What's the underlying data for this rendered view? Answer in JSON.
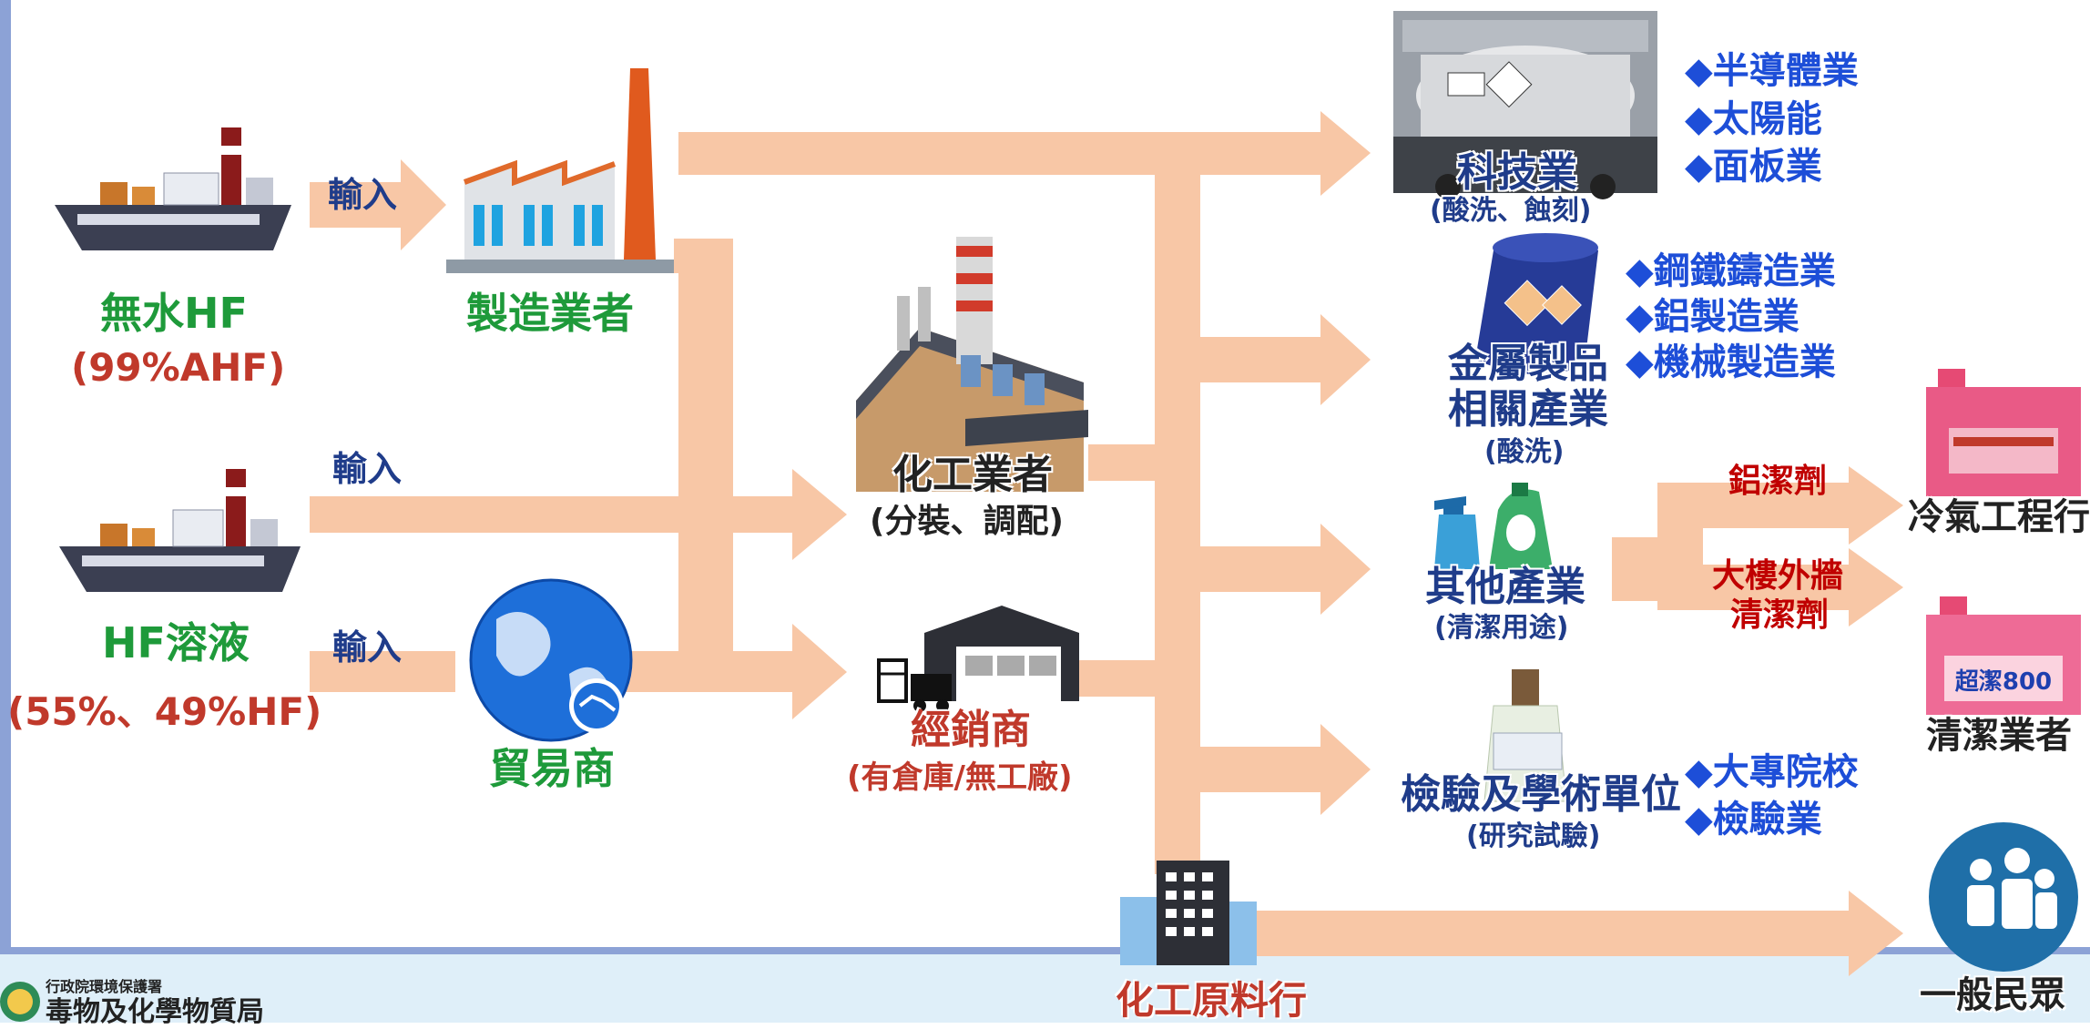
{
  "colors": {
    "arrow": "#f8c7a6",
    "green": "#1e9a3a",
    "red": "#c0392b",
    "navy": "#1f3c8a",
    "blue": "#1d4ed8",
    "border": "#8ca2d6",
    "footer": "#dfeff9"
  },
  "sources": {
    "anhydrous": {
      "name": "無水HF",
      "spec": "(99%AHF)"
    },
    "solution": {
      "name": "HF溶液",
      "spec": "(55%、49%HF)"
    }
  },
  "labels": {
    "import_1": "輸入",
    "import_2": "輸入",
    "import_3": "輸入"
  },
  "nodes": {
    "manufacturer": "製造業者",
    "trader": "貿易商",
    "chemical_industry": {
      "name": "化工業者",
      "note": "(分裝、調配)"
    },
    "distributor": {
      "name": "經銷商",
      "note": "(有倉庫/無工廠)"
    },
    "chem_shop": "化工原料行",
    "tech": {
      "name": "科技業",
      "note": "(酸洗、蝕刻)",
      "items": [
        "◆半導體業",
        "◆太陽能",
        "◆面板業"
      ]
    },
    "metal": {
      "name_1": "金屬製品",
      "name_2": "相關產業",
      "note": "(酸洗)",
      "items": [
        "◆鋼鐵鑄造業",
        "◆鋁製造業",
        "◆機械製造業"
      ]
    },
    "other": {
      "name": "其他產業",
      "note": "(清潔用途)"
    },
    "lab": {
      "name": "檢驗及學術單位",
      "note": "(研究試驗)",
      "items": [
        "◆大專院校",
        "◆檢驗業"
      ]
    },
    "aluminum_cleaner": "鋁潔劑",
    "wall_cleaner_1": "大樓外牆",
    "wall_cleaner_2": "清潔劑",
    "ac_engineering": "冷氣工程行",
    "cleaning_business": "清潔業者",
    "public": "一般民眾",
    "cleaner_product_label": "超潔800"
  },
  "footer": {
    "org_small": "行政院環境保護署",
    "org_large": "毒物及化學物質局"
  },
  "icons": [
    "ship-icon",
    "factory-icon",
    "globe-handshake-icon",
    "chemical-plant-icon",
    "warehouse-forklift-icon",
    "office-building-icon",
    "tank-truck-icon",
    "chemical-drum-icon",
    "spray-bottle-icon",
    "lab-bottle-icon",
    "cleaner-jug-icon",
    "people-icon"
  ]
}
